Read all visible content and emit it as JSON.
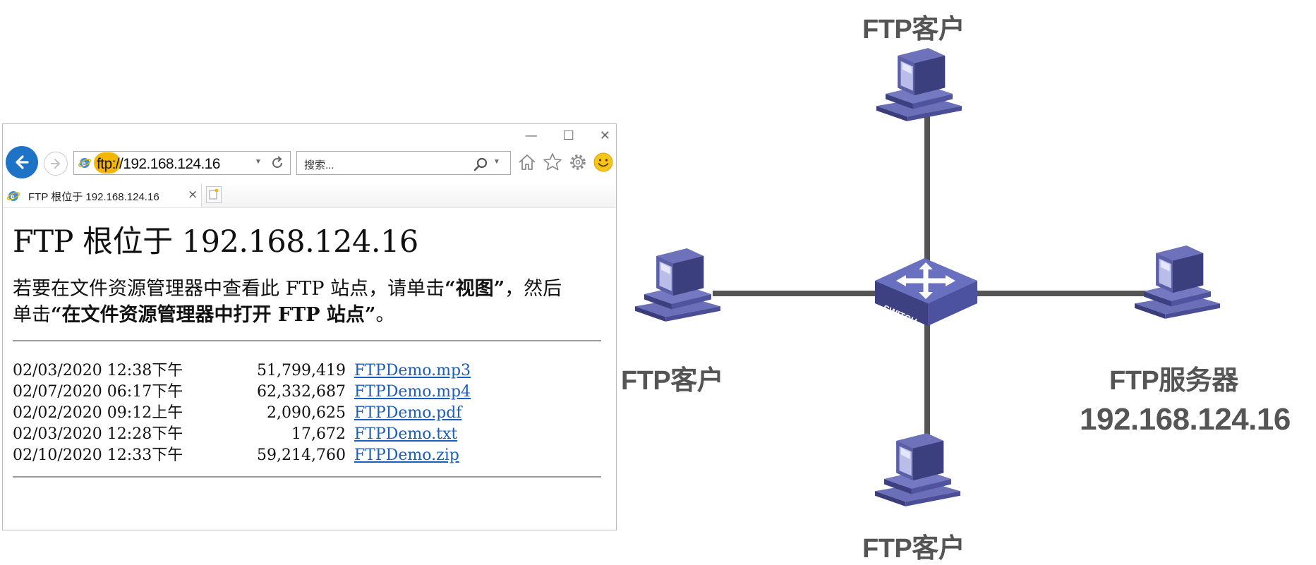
{
  "browser": {
    "window_controls": {
      "minimize": "—",
      "maximize": "☐",
      "close": "✕"
    },
    "address": {
      "scheme": "ftp",
      "rest": "://192.168.124.16"
    },
    "search": {
      "placeholder": "搜索..."
    },
    "tab": {
      "title": "FTP 根位于 192.168.124.16"
    },
    "icons": [
      "back-icon",
      "forward-icon",
      "ie-icon",
      "dropdown-icon",
      "refresh-icon",
      "search-icon",
      "home-icon",
      "star-icon",
      "gear-icon",
      "smiley-icon",
      "new-tab-icon"
    ]
  },
  "page": {
    "heading": "FTP 根位于 192.168.124.16",
    "instruction": {
      "p1": "若要在文件资源管理器中查看此 FTP 站点，请单击",
      "b1": "“视图”",
      "p2": "，然后单击",
      "b2": "“在文件资源管理器中打开 FTP 站点”",
      "p3": "。"
    },
    "files": [
      {
        "date": "02/03/2020 12:38下午",
        "size": "51,799,419",
        "name": "FTPDemo.mp3"
      },
      {
        "date": "02/07/2020 06:17下午",
        "size": "62,332,687",
        "name": "FTPDemo.mp4"
      },
      {
        "date": "02/02/2020 09:12上午",
        "size": "2,090,625",
        "name": "FTPDemo.pdf"
      },
      {
        "date": "02/03/2020 12:28下午",
        "size": "17,672",
        "name": "FTPDemo.txt"
      },
      {
        "date": "02/10/2020 12:33下午",
        "size": "59,214,760",
        "name": "FTPDemo.zip"
      }
    ]
  },
  "diagram": {
    "switch_label": "SWITCH",
    "client_top": "FTP客户",
    "client_left": "FTP客户",
    "client_bottom": "FTP客户",
    "server_name": "FTP服务器",
    "server_ip": "192.168.124.16"
  },
  "colors": {
    "accent_blue": "#1e73c6",
    "highlight": "#f2b705",
    "link": "#1a5fc0",
    "device": "#5a5fa8",
    "line": "#555555"
  }
}
